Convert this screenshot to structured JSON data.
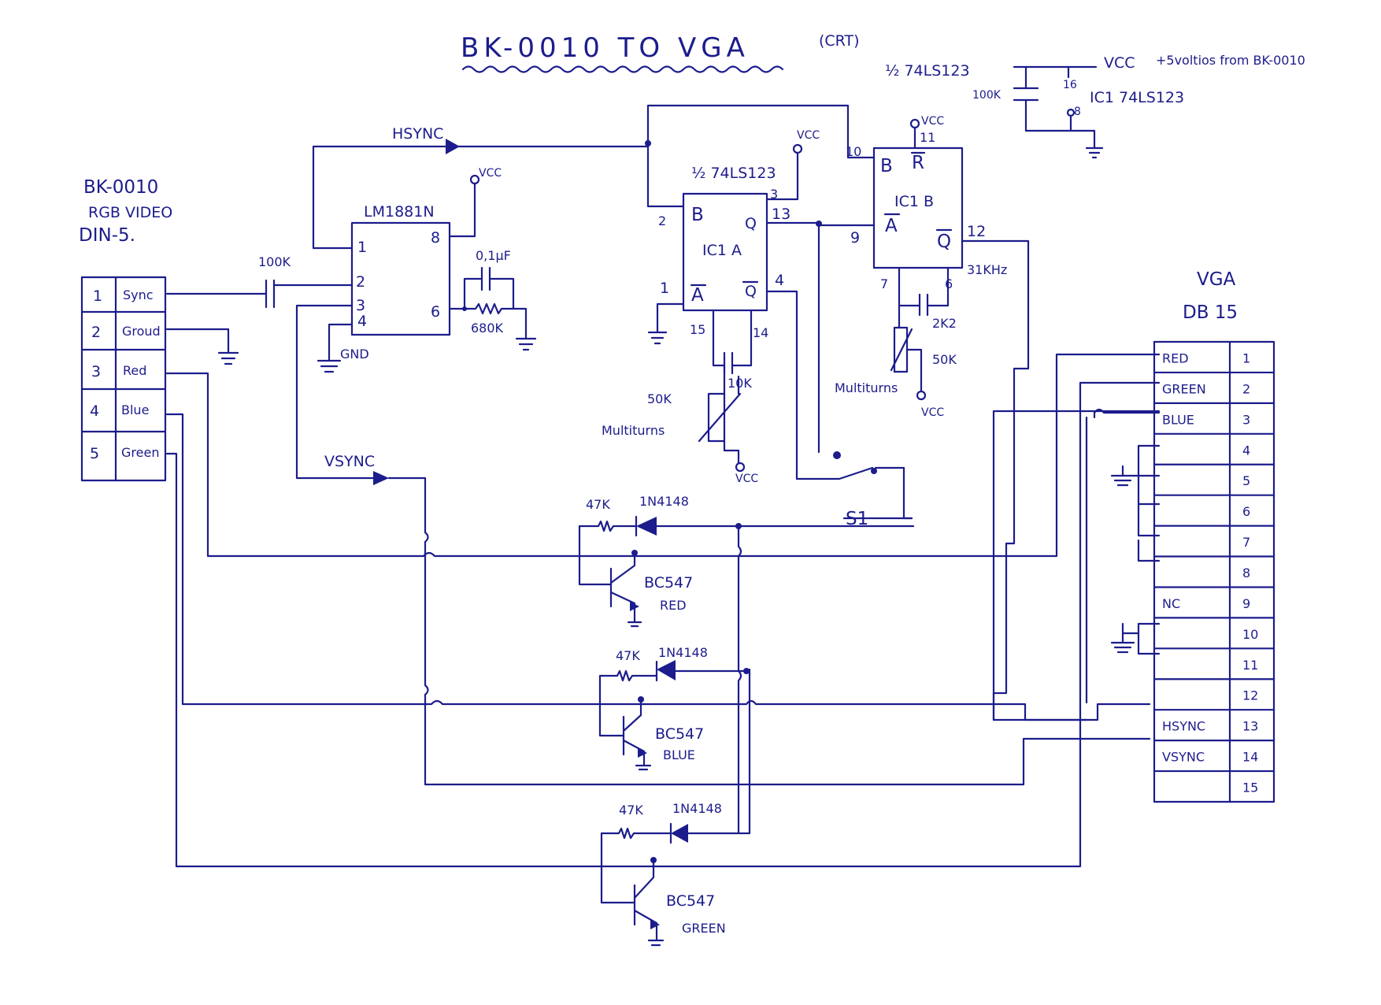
{
  "title": {
    "main": "BK-0010    TO    VGA",
    "suffix": "(CRT)"
  },
  "power_note": {
    "vcc": "VCC",
    "vcc_desc": "+5voltios from BK-0010",
    "cap": "100K",
    "pin16": "16",
    "ic": "IC1 74LS123",
    "pin8": "8"
  },
  "din": {
    "title1": "BK-0010",
    "title2": "RGB VIDEO",
    "title3": "DIN-5.",
    "pins": [
      {
        "num": "1",
        "name": "Sync"
      },
      {
        "num": "2",
        "name": "Groud"
      },
      {
        "num": "3",
        "name": "Red"
      },
      {
        "num": "4",
        "name": "Blue"
      },
      {
        "num": "5",
        "name": "Green"
      }
    ]
  },
  "sync_sep": {
    "name": "LM1881N",
    "p1": "1",
    "p2": "2",
    "p3": "3",
    "p4": "4",
    "p6": "6",
    "p8": "8",
    "vcc": "VCC",
    "gnd": "GND",
    "c_in": "100K",
    "cap": "0,1µF",
    "res": "680K"
  },
  "signals": {
    "hsync": "HSYNC",
    "vsync": "VSYNC"
  },
  "ic1a": {
    "part": "½ 74LS123",
    "name": "IC1 A",
    "b": "B",
    "q": "Q",
    "a_bar": "A",
    "q_bar": "Q",
    "p1": "1",
    "p2": "2",
    "p3": "3",
    "p4": "4",
    "p13": "13",
    "p14": "14",
    "p15": "15",
    "vcc": "VCC",
    "cap": "10K",
    "pot": "50K",
    "pot_type": "Multiturns",
    "pot_vcc": "VCC"
  },
  "ic1b": {
    "part": "½ 74LS123",
    "name": "IC1 B",
    "b": "B",
    "r_bar": "R",
    "a_bar": "A",
    "q_bar": "Q",
    "p6": "6",
    "p7": "7",
    "p9": "9",
    "p10": "10",
    "p11": "11",
    "p12": "12",
    "vcc": "VCC",
    "cap": "2K2",
    "pot": "50K",
    "pot_type": "Multiturns",
    "pot_vcc": "VCC",
    "freq": "31KHz"
  },
  "switch": {
    "label": "S1"
  },
  "drivers": [
    {
      "res": "47K",
      "diode": "1N4148",
      "transistor": "BC547",
      "color": "RED"
    },
    {
      "res": "47K",
      "diode": "1N4148",
      "transistor": "BC547",
      "color": "BLUE"
    },
    {
      "res": "47K",
      "diode": "1N4148",
      "transistor": "BC547",
      "color": "GREEN"
    }
  ],
  "vga": {
    "title1": "VGA",
    "title2": "DB 15",
    "pins": [
      {
        "num": "1",
        "name": "RED"
      },
      {
        "num": "2",
        "name": "GREEN"
      },
      {
        "num": "3",
        "name": "BLUE"
      },
      {
        "num": "4",
        "name": ""
      },
      {
        "num": "5",
        "name": ""
      },
      {
        "num": "6",
        "name": ""
      },
      {
        "num": "7",
        "name": ""
      },
      {
        "num": "8",
        "name": ""
      },
      {
        "num": "9",
        "name": "NC"
      },
      {
        "num": "10",
        "name": ""
      },
      {
        "num": "11",
        "name": ""
      },
      {
        "num": "12",
        "name": ""
      },
      {
        "num": "13",
        "name": "HSYNC"
      },
      {
        "num": "14",
        "name": "VSYNC"
      },
      {
        "num": "15",
        "name": ""
      }
    ]
  },
  "style": {
    "ink": "#1c1c8c",
    "paper": "#ffffff"
  }
}
